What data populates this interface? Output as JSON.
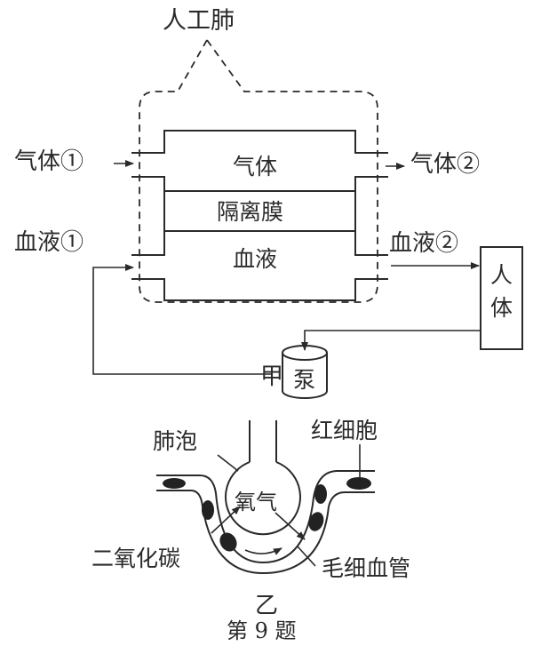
{
  "figure_a": {
    "caption": "甲",
    "artificial_lung_label": "人工肺",
    "gas_in": "气体①",
    "gas_out": "气体②",
    "blood_in": "血液①",
    "blood_out": "血液②",
    "chamber_gas": "气体",
    "chamber_membrane": "隔离膜",
    "chamber_blood": "血液",
    "human_body": "人体",
    "pump": "泵"
  },
  "figure_b": {
    "caption": "乙",
    "alveolus": "肺泡",
    "red_blood_cell": "红细胞",
    "oxygen": "氧气",
    "carbon_dioxide": "二氧化碳",
    "capillary": "毛细血管"
  },
  "question_label": "第 9 题"
}
